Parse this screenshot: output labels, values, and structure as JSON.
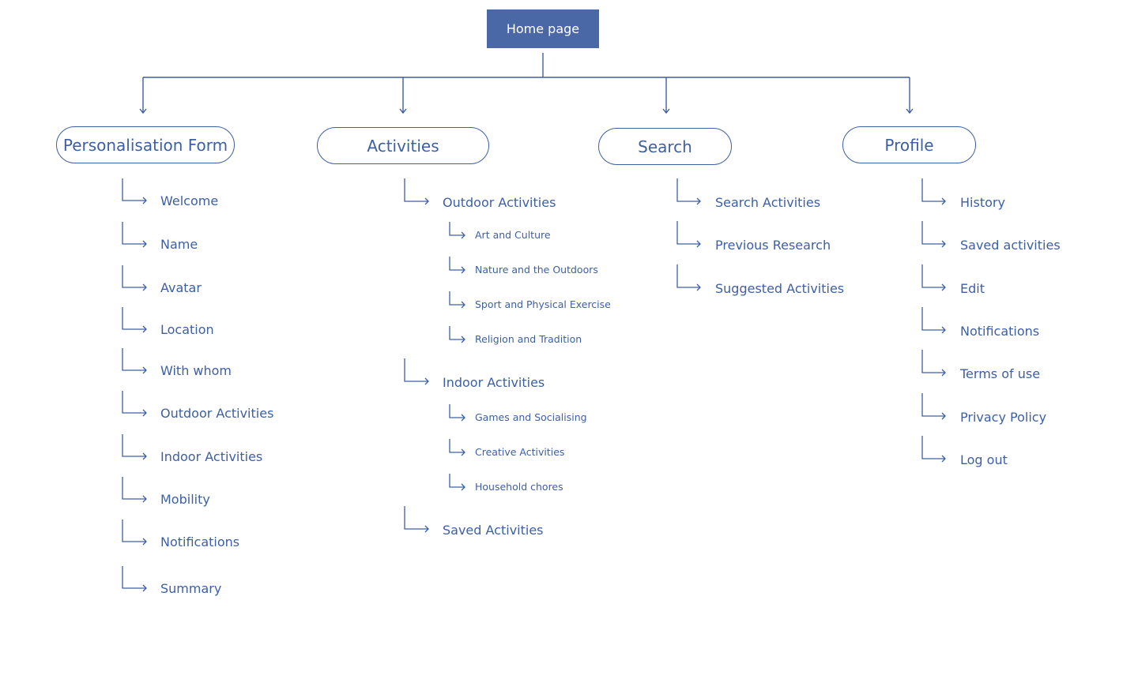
{
  "root": {
    "label": "Home page"
  },
  "sections": [
    {
      "label": "Personalisation Form",
      "items": [
        {
          "label": "Welcome"
        },
        {
          "label": "Name"
        },
        {
          "label": "Avatar"
        },
        {
          "label": "Location"
        },
        {
          "label": "With whom"
        },
        {
          "label": "Outdoor Activities"
        },
        {
          "label": "Indoor Activities"
        },
        {
          "label": "Mobility"
        },
        {
          "label": "Notifications"
        },
        {
          "label": "Summary"
        }
      ]
    },
    {
      "label": "Activities",
      "items": [
        {
          "label": "Outdoor Activities",
          "children": [
            {
              "label": "Art and Culture"
            },
            {
              "label": "Nature and the Outdoors"
            },
            {
              "label": "Sport and Physical Exercise"
            },
            {
              "label": "Religion and Tradition"
            }
          ]
        },
        {
          "label": "Indoor Activities",
          "children": [
            {
              "label": "Games and Socialising"
            },
            {
              "label": "Creative Activities"
            },
            {
              "label": "Household chores"
            }
          ]
        },
        {
          "label": "Saved Activities"
        }
      ]
    },
    {
      "label": "Search",
      "items": [
        {
          "label": "Search Activities"
        },
        {
          "label": "Previous Research"
        },
        {
          "label": "Suggested Activities"
        }
      ]
    },
    {
      "label": "Profile",
      "items": [
        {
          "label": "History"
        },
        {
          "label": "Saved activities"
        },
        {
          "label": "Edit"
        },
        {
          "label": "Notifications"
        },
        {
          "label": "Terms of use"
        },
        {
          "label": "Privacy Policy"
        },
        {
          "label": "Log out"
        }
      ]
    }
  ],
  "colors": {
    "line": "#3d5fa3",
    "root_fill": "#4a67a6",
    "text": "#3d5fa3"
  }
}
